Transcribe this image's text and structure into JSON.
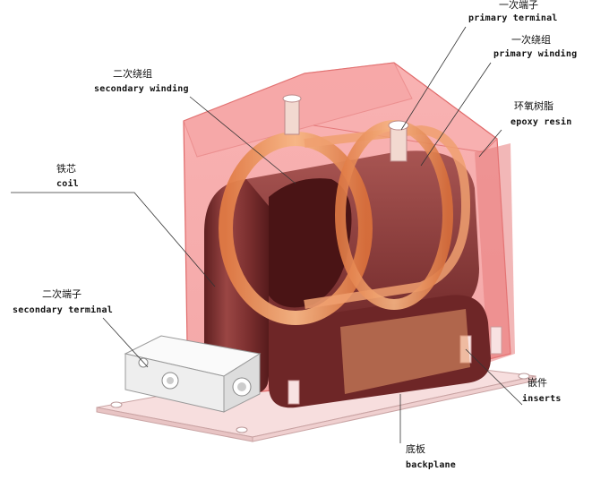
{
  "labels": {
    "primary_terminal": {
      "zh": "一次端子",
      "en": "primary terminal"
    },
    "primary_winding": {
      "zh": "一次绕组",
      "en": "primary winding"
    },
    "secondary_winding": {
      "zh": "二次绕组",
      "en": "secondary winding"
    },
    "epoxy_resin": {
      "zh": "环氧树脂",
      "en": "epoxy resin"
    },
    "coil": {
      "zh": "铁芯",
      "en": "coil"
    },
    "secondary_terminal": {
      "zh": "二次端子",
      "en": "secondary terminal"
    },
    "inserts": {
      "zh": "嵌件",
      "en": "inserts"
    },
    "backplane": {
      "zh": "底板",
      "en": "backplane"
    }
  },
  "palette": {
    "resin": "#f59a9a",
    "resin_dark": "#e06a6a",
    "core": "#7a2e2e",
    "core_light": "#a4504c",
    "winding": "#e8874f",
    "winding_light": "#f6b07c",
    "terminal_block": "#f3f3f3"
  }
}
